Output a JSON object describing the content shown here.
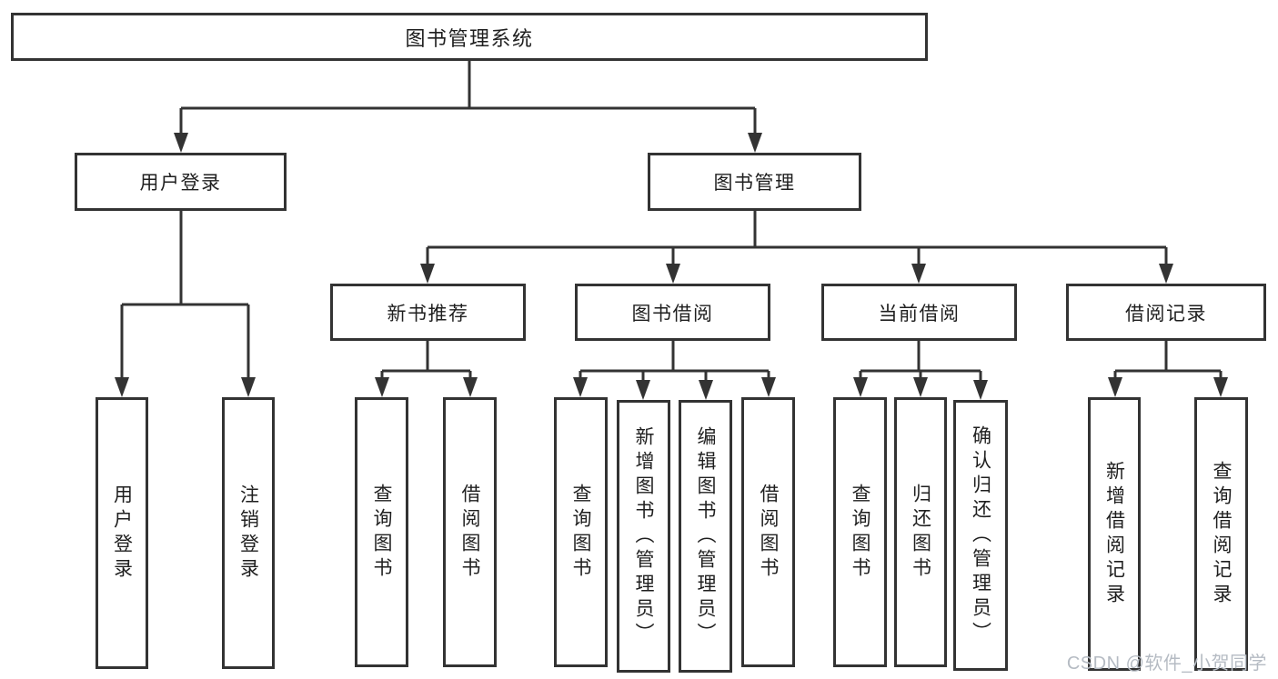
{
  "diagram": {
    "root": {
      "label": "图书管理系统"
    },
    "user_login": {
      "label": "用户登录",
      "children": {
        "login": "用户登录",
        "logout": "注销登录"
      }
    },
    "book_management": {
      "label": "图书管理",
      "new_books": {
        "label": "新书推荐",
        "children": {
          "query": "查询图书",
          "borrow": "借阅图书"
        }
      },
      "book_borrowing": {
        "label": "图书借阅",
        "children": {
          "query": "查询图书",
          "add": "新增图书（管理员）",
          "edit": "编辑图书（管理员）",
          "borrow": "借阅图书"
        }
      },
      "current_borrowing": {
        "label": "当前借阅",
        "children": {
          "query": "查询图书",
          "return": "归还图书",
          "confirm": "确认归还（管理员）"
        }
      },
      "borrowing_records": {
        "label": "借阅记录",
        "children": {
          "add": "新增借阅记录",
          "query": "查询借阅记录"
        }
      }
    }
  },
  "watermark": {
    "text": "CSDN @软件_小贺同学"
  },
  "colors": {
    "line": "#333333",
    "text": "#1f1f1f",
    "background": "#ffffff",
    "watermark": "#b5bbc3"
  }
}
